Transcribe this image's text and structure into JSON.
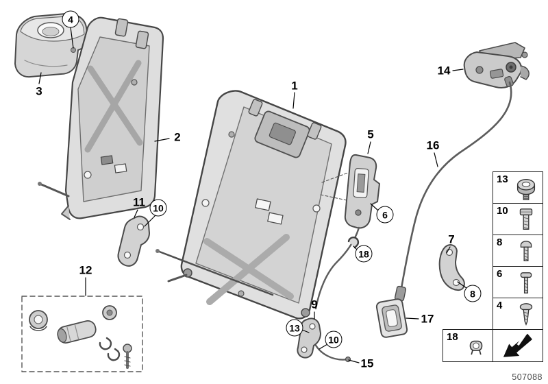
{
  "figure_number": "507088",
  "callouts": {
    "c1": "1",
    "c2": "2",
    "c3": "3",
    "c4": "4",
    "c5": "5",
    "c6": "6",
    "c7": "7",
    "c8": "8",
    "c9": "9",
    "c10a": "10",
    "c10b": "10",
    "c11": "11",
    "c12": "12",
    "c13": "13",
    "c14": "14",
    "c15": "15",
    "c16": "16",
    "c17": "17",
    "c18": "18"
  },
  "legend": {
    "items": [
      {
        "label": "13",
        "icon": "round-head-bolt-icon"
      },
      {
        "label": "10",
        "icon": "fillister-screw-icon"
      },
      {
        "label": "8",
        "icon": "machine-screw-icon"
      },
      {
        "label": "6",
        "icon": "long-screw-icon"
      },
      {
        "label": "4",
        "icon": "self-tapping-screw-icon"
      },
      {
        "label": "18",
        "icon": "cable-clip-icon"
      }
    ],
    "arrow_icon": "direction-arrow-icon"
  },
  "colors": {
    "line": "#4a4a4a",
    "metal_light": "#e0e0e0",
    "metal_mid": "#cfcfcf",
    "metal_dark": "#9a9a9a",
    "callout_text": "#000000"
  }
}
